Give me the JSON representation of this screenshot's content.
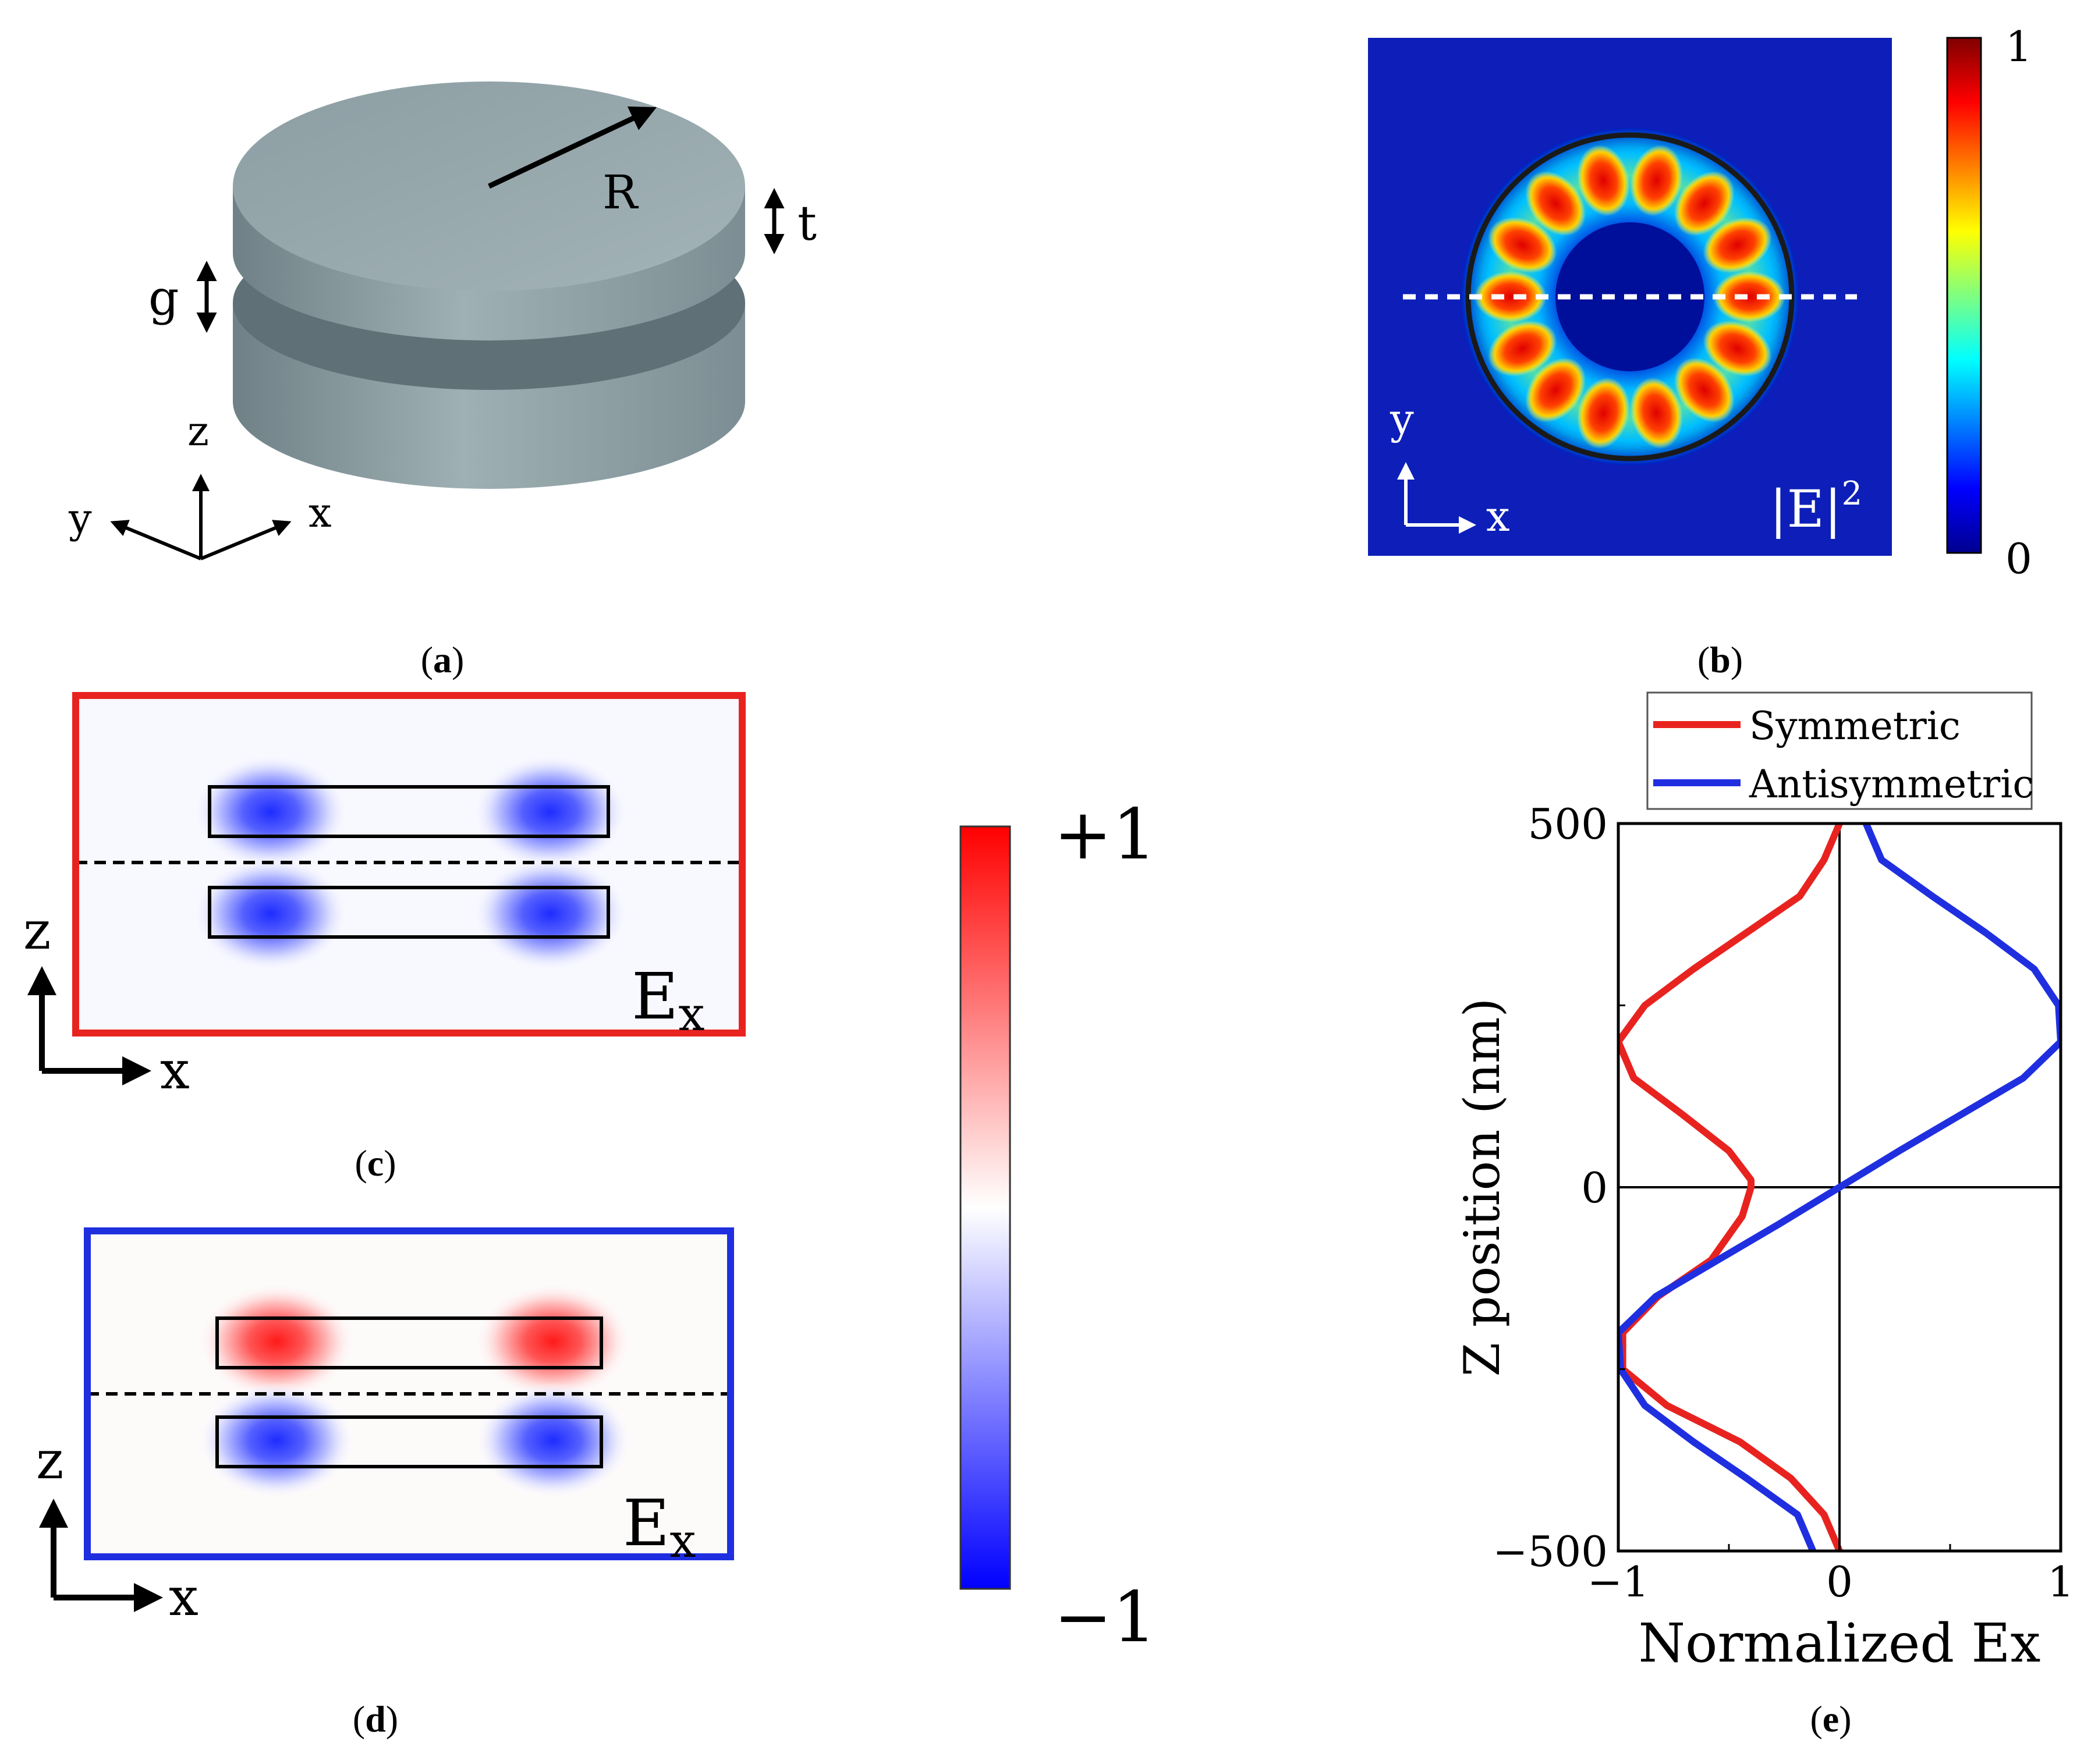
{
  "panels": {
    "a": {
      "caption_label": "a",
      "radius_label": "R",
      "thickness_label": "t",
      "gap_label": "g",
      "axes": {
        "z": "z",
        "y": "y",
        "x": "x"
      }
    },
    "b": {
      "caption_label": "b",
      "field_label": "|E|",
      "field_exponent": "2",
      "colorbar_max": "1",
      "colorbar_min": "0",
      "axes": {
        "y": "y",
        "x": "x"
      },
      "lobe_count": 14
    },
    "c": {
      "caption_label": "c",
      "field_label": "E",
      "field_subscript": "x",
      "frame_color": "#e8231f",
      "axes": {
        "z": "z",
        "x": "x"
      }
    },
    "d": {
      "caption_label": "d",
      "field_label": "E",
      "field_subscript": "x",
      "frame_color": "#1f2fe0",
      "axes": {
        "z": "z",
        "x": "x"
      }
    },
    "colorbar_cd": {
      "max_label": "+1",
      "min_label": "−1"
    },
    "e": {
      "caption_label": "e"
    }
  },
  "chart_data": {
    "type": "line",
    "xlabel": "Normalized Ex",
    "ylabel": "Z position (nm)",
    "xlim": [
      -1,
      1
    ],
    "ylim": [
      -500,
      500
    ],
    "xticks": [
      "−1",
      "0",
      "1"
    ],
    "yticks": [
      "500",
      "0",
      "−500"
    ],
    "legend": "top",
    "series": [
      {
        "name": "Symmetric",
        "color": "#e8231f",
        "points": [
          [
            0.0,
            500
          ],
          [
            -0.07,
            450
          ],
          [
            -0.18,
            400
          ],
          [
            -0.42,
            350
          ],
          [
            -0.66,
            300
          ],
          [
            -0.88,
            250
          ],
          [
            -1.0,
            200
          ],
          [
            -0.93,
            150
          ],
          [
            -0.71,
            100
          ],
          [
            -0.5,
            50
          ],
          [
            -0.4,
            10
          ],
          [
            -0.4,
            0
          ],
          [
            -0.44,
            -40
          ],
          [
            -0.58,
            -100
          ],
          [
            -0.82,
            -150
          ],
          [
            -0.98,
            -200
          ],
          [
            -0.98,
            -250
          ],
          [
            -0.78,
            -300
          ],
          [
            -0.45,
            -350
          ],
          [
            -0.22,
            -400
          ],
          [
            -0.07,
            -450
          ],
          [
            0.0,
            -500
          ]
        ]
      },
      {
        "name": "Antisymmetric",
        "color": "#1f2fe0",
        "points": [
          [
            0.12,
            500
          ],
          [
            0.19,
            450
          ],
          [
            0.42,
            400
          ],
          [
            0.66,
            350
          ],
          [
            0.88,
            300
          ],
          [
            0.99,
            250
          ],
          [
            1.0,
            200
          ],
          [
            0.83,
            150
          ],
          [
            0.55,
            100
          ],
          [
            0.27,
            50
          ],
          [
            0.0,
            0
          ],
          [
            -0.27,
            -50
          ],
          [
            -0.55,
            -100
          ],
          [
            -0.83,
            -150
          ],
          [
            -1.0,
            -200
          ],
          [
            -0.99,
            -250
          ],
          [
            -0.88,
            -300
          ],
          [
            -0.66,
            -350
          ],
          [
            -0.42,
            -400
          ],
          [
            -0.19,
            -450
          ],
          [
            -0.12,
            -500
          ]
        ]
      }
    ]
  }
}
